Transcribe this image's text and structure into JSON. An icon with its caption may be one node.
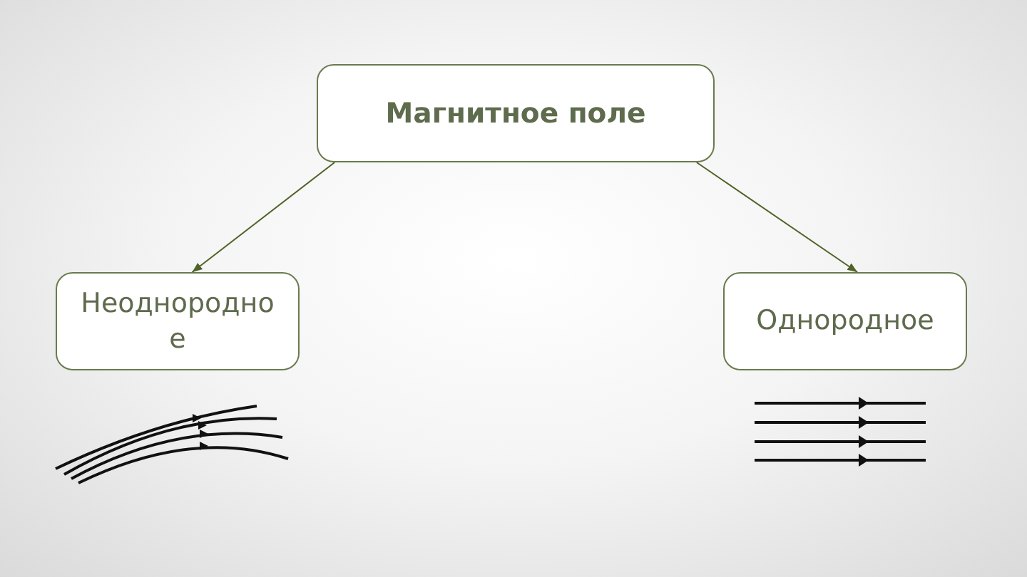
{
  "diagram": {
    "nodes": [
      {
        "text": [
          "Магнитное поле"
        ]
      },
      {
        "text": [
          "Неоднородное"
        ]
      },
      {
        "text": [
          "Однородное"
        ]
      }
    ],
    "edges": [
      {
        "from": 0,
        "to": 1,
        "arrow": "to"
      },
      {
        "from": 0,
        "to": 2,
        "arrow": "to"
      }
    ]
  }
}
